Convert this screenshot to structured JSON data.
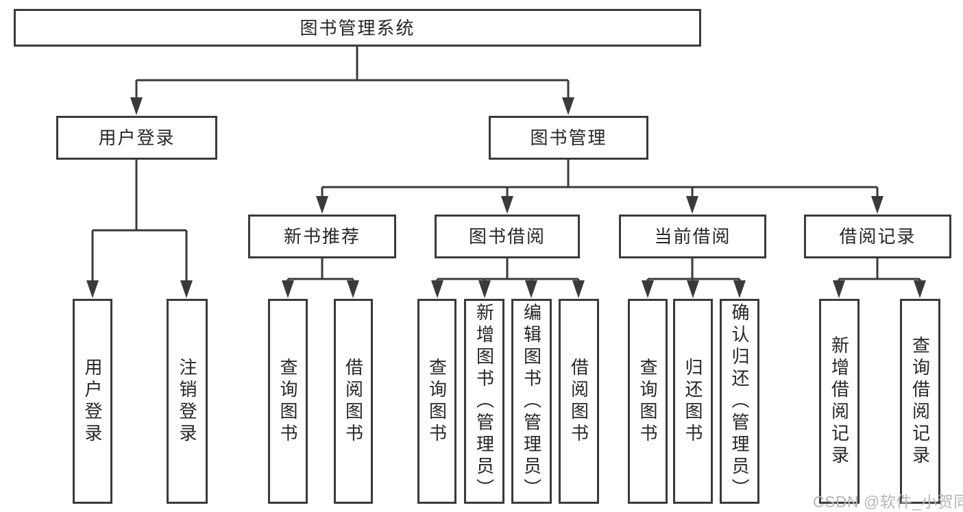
{
  "diagram": {
    "root": {
      "label": "图书管理系统"
    },
    "branches": [
      {
        "label": "用户登录",
        "children": [
          {
            "label": "用户登录"
          },
          {
            "label": "注销登录"
          }
        ]
      },
      {
        "label": "图书管理",
        "children": [
          {
            "label": "新书推荐",
            "children": [
              {
                "label": "查询图书"
              },
              {
                "label": "借阅图书"
              }
            ]
          },
          {
            "label": "图书借阅",
            "children": [
              {
                "label": "查询图书"
              },
              {
                "label": "新增图书（管理员）"
              },
              {
                "label": "编辑图书（管理员）"
              },
              {
                "label": "借阅图书"
              }
            ]
          },
          {
            "label": "当前借阅",
            "children": [
              {
                "label": "查询图书"
              },
              {
                "label": "归还图书"
              },
              {
                "label": "确认归还（管理员）"
              }
            ]
          },
          {
            "label": "借阅记录",
            "children": [
              {
                "label": "新增借阅记录"
              },
              {
                "label": "查询借阅记录"
              }
            ]
          }
        ]
      }
    ]
  },
  "watermark": {
    "text": "CSDN @软件_小贺同学"
  },
  "colors": {
    "line": "#3a3a3a",
    "text": "#262626",
    "background": "#ffffff",
    "watermark": "#b6b6b6"
  }
}
